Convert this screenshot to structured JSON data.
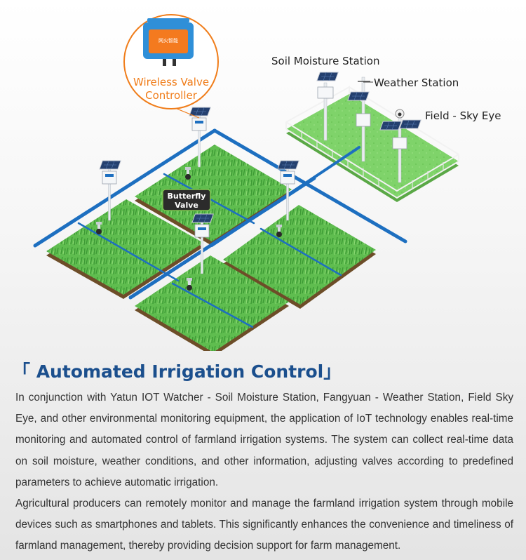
{
  "labels": {
    "controller": [
      "Wireless Valve",
      "Controller"
    ],
    "soil_moisture_station": "Soil Moisture Station",
    "weather_station": "Weather Station",
    "field_sky_eye": "Field - Sky Eye",
    "butterfly_valve": [
      "Butterfly",
      "Valve"
    ],
    "device_brand": "网火智能"
  },
  "colors": {
    "pipe": "#1d6fc0",
    "field_green": "#5fbd4f",
    "field_soil": "#6d4d28",
    "accent_orange": "#f07d1a",
    "title_blue": "#1b4f8d"
  },
  "heading": "「 Automated Irrigation Control」",
  "paragraphs": [
    "In conjunction with Yatun IOT Watcher - Soil Moisture Station, Fangyuan - Weather Station, Field Sky Eye, and other environmental monitoring equipment, the application of IoT technology enables real-time monitoring and automated control of farmland irrigation systems. The system can collect real-time data on soil moisture, weather conditions, and other information, adjusting valves according to predefined parameters to achieve automatic irrigation.",
    "Agricultural producers can remotely monitor and manage the farmland irrigation system through mobile devices such as smartphones and tablets. This significantly enhances the convenience and timeliness of farmland management, thereby providing decision support for farm management."
  ]
}
